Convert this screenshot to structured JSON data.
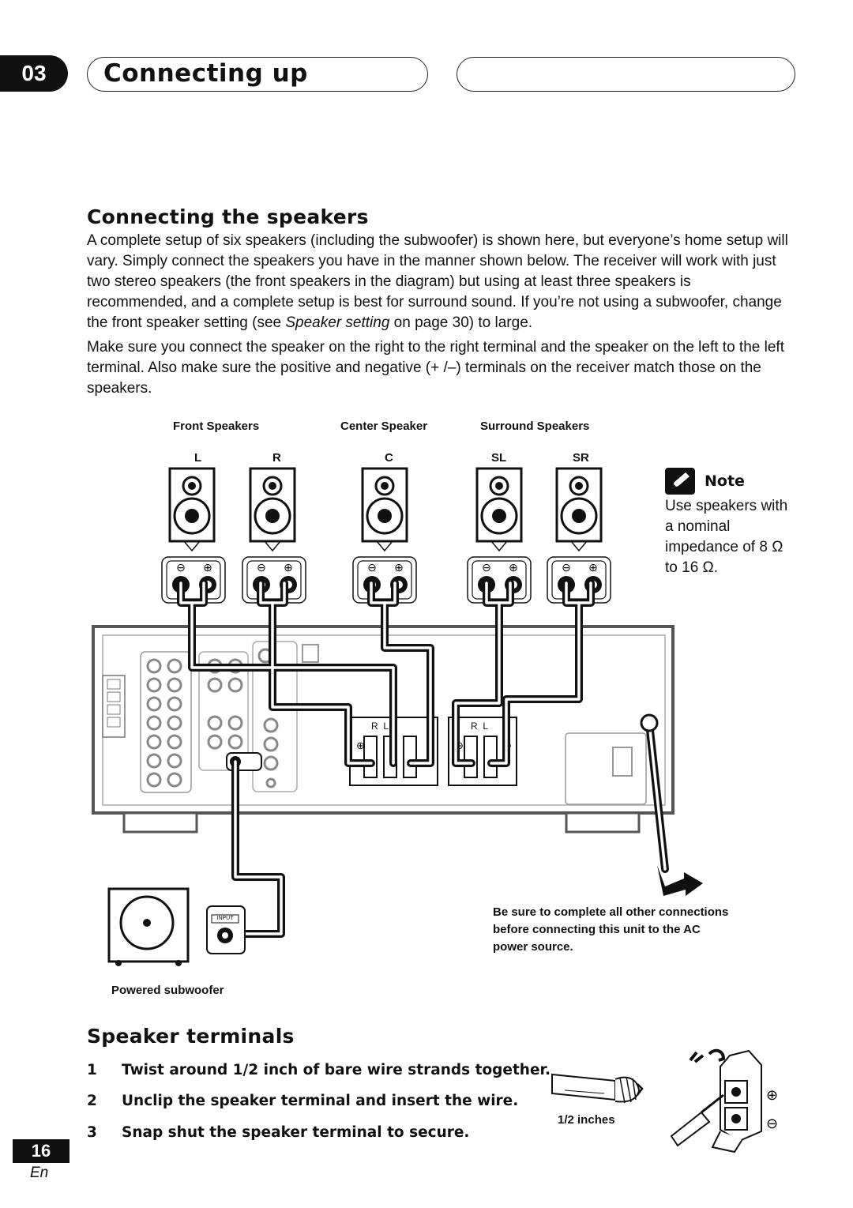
{
  "header": {
    "chapter_number": "03",
    "chapter_title": "Connecting up"
  },
  "section1": {
    "heading": "Connecting the speakers",
    "para1_part1": "A complete setup of six speakers (including the subwoofer) is shown here, but everyone’s home setup will vary. Simply connect the speakers you have in the manner shown below. The receiver will work with just two stereo speakers (the front speakers in the diagram) but using at least three speakers is recommended, and a complete setup is best for surround sound. If you’re not using a subwoofer, change the front speaker setting (see ",
    "para1_link": "Speaker setting",
    "para1_part2": " on page 30) to large.",
    "para2": "Make sure you connect the speaker on the right to the right terminal and the speaker on the left to the left terminal. Also make sure the positive and negative (+ /–) terminals on the receiver match those on the speakers."
  },
  "diagram": {
    "group_front": "Front Speakers",
    "group_center": "Center Speaker",
    "group_surround": "Surround Speakers",
    "ch_l": "L",
    "ch_r": "R",
    "ch_c": "C",
    "ch_sl": "SL",
    "ch_sr": "SR",
    "terminal_rl": "R  L",
    "input_label": "INPUT",
    "subwoofer_label": "Powered subwoofer",
    "power_warning": "Be sure to complete all other connections before connecting this unit to the AC power source."
  },
  "note": {
    "title": "Note",
    "text": "Use speakers with a nominal impedance of 8 Ω to 16 Ω."
  },
  "section2": {
    "heading": "Speaker terminals",
    "steps": [
      {
        "num": "1",
        "text": "Twist around 1/2 inch of bare wire strands together."
      },
      {
        "num": "2",
        "text": "Unclip the speaker terminal and insert the wire."
      },
      {
        "num": "3",
        "text": "Snap shut the speaker terminal to secure."
      }
    ],
    "wire_label": "1/2 inches"
  },
  "footer": {
    "page_number": "16",
    "language": "En"
  }
}
